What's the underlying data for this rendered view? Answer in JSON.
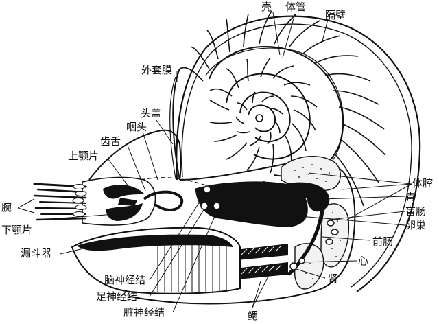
{
  "labels": {
    "shell": "壳",
    "siphuncle": "体管",
    "septum": "隔壁",
    "outer_mantle": "外套膜",
    "hood": "头盖",
    "pharynx": "咽头",
    "radula": "齿舌",
    "upper_jaw": "上颚片",
    "arms": "腕",
    "lower_jaw": "下颚片",
    "funnel": "漏斗器",
    "cerebral_ganglion": "脑神经结",
    "pedal_ganglion": "足神经结",
    "visceral_ganglion": "脏神经结",
    "gills": "鳃",
    "body_cavity": "体腔",
    "stomach": "胃",
    "caecum": "盲肠",
    "ovary": "卵巢",
    "foregut": "前肠",
    "heart": "心",
    "kidney": "肾"
  }
}
